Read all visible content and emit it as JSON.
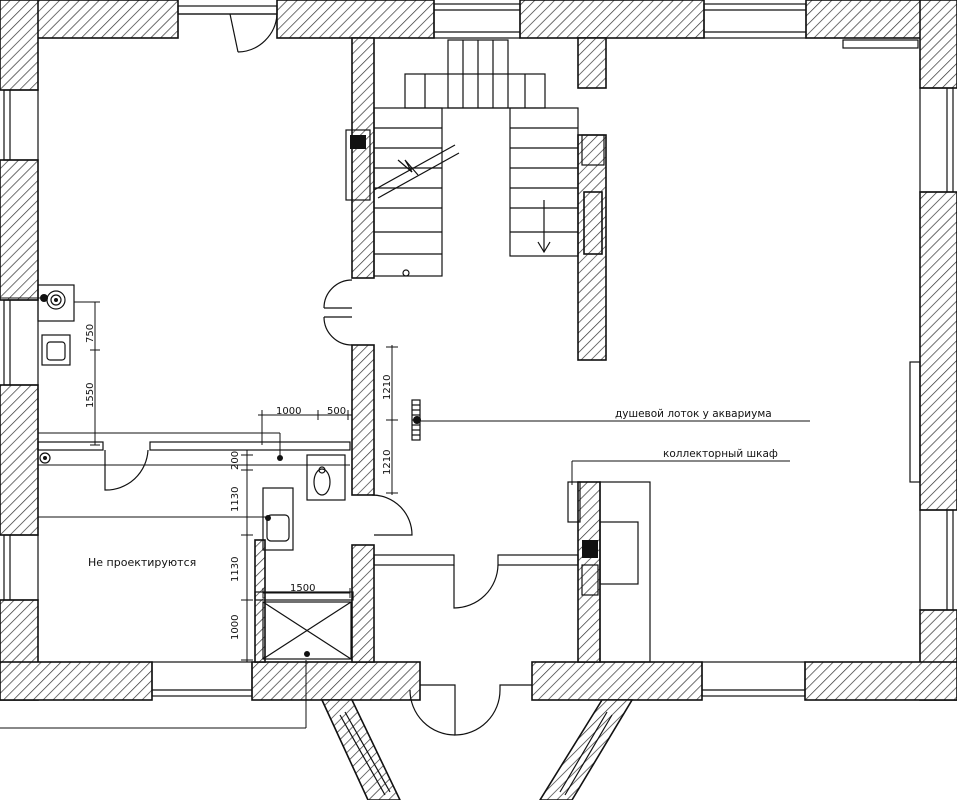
{
  "annotations": {
    "shower_channel": "душевой лоток у аквариума",
    "manifold_cabinet": "коллекторный шкаф",
    "not_designed": "Не проектируются"
  },
  "dimensions": {
    "d750": "750",
    "d1550": "1550",
    "d1000_top": "1000",
    "d500": "500",
    "d1210_upper": "1210",
    "d1210_lower": "1210",
    "d200": "200",
    "d1130_upper": "1130",
    "d1130_lower": "1130",
    "d1500": "1500",
    "d1000_left": "1000"
  }
}
